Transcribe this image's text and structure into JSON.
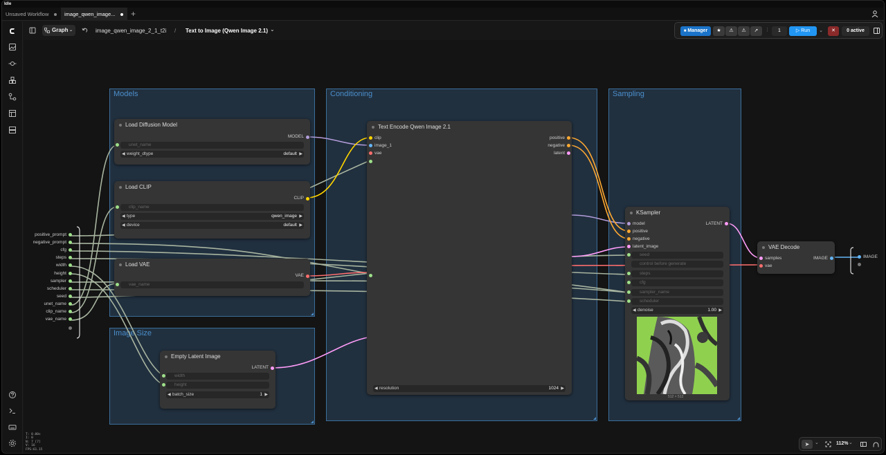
{
  "window": {
    "title": "Idle"
  },
  "tabs": [
    {
      "label": "Unsaved Workflow",
      "active": false
    },
    {
      "label": "image_qwen_image...",
      "active": true
    }
  ],
  "toolbar": {
    "graph_label": "Graph",
    "workflow_file": "image_qwen_image_2_1_t2i",
    "separator": "/",
    "workflow_name": "Text to Image (Qwen Image 2.1)",
    "manager_label": "Manager",
    "batch_count": "1",
    "run_label": "Run",
    "active_label": "0 active"
  },
  "groups": {
    "models": "Models",
    "conditioning": "Conditioning",
    "sampling": "Sampling",
    "image_size": "Image Size"
  },
  "inputs_list": [
    "positive_prompt",
    "negative_prompt",
    "cfg",
    "steps",
    "width",
    "height",
    "sampler",
    "scheduler",
    "seed",
    "unet_name",
    "clip_name",
    "vae_name"
  ],
  "nodes": {
    "load_diffusion": {
      "title": "Load Diffusion Model",
      "output": "MODEL",
      "unet_name": "unet_name",
      "weight_dtype_label": "weight_dtype",
      "weight_dtype_value": "default"
    },
    "load_clip": {
      "title": "Load CLIP",
      "output": "CLIP",
      "clip_name": "clip_name",
      "type_label": "type",
      "type_value": "qwen_image",
      "device_label": "device",
      "device_value": "default"
    },
    "load_vae": {
      "title": "Load VAE",
      "output": "VAE",
      "vae_name": "vae_name"
    },
    "text_encode": {
      "title": "Text Encode Qwen Image 2.1",
      "in_clip": "clip",
      "in_image": "image_1",
      "in_vae": "vae",
      "out_positive": "positive",
      "out_negative": "negative",
      "out_latent": "latent",
      "resolution_label": "resolution",
      "resolution_value": "1024"
    },
    "empty_latent": {
      "title": "Empty Latent Image",
      "output": "LATENT",
      "width": "width",
      "height": "height",
      "batch_label": "batch_size",
      "batch_value": "1"
    },
    "ksampler": {
      "title": "KSampler",
      "in_model": "model",
      "in_positive": "positive",
      "in_negative": "negative",
      "in_latent": "latent_image",
      "output": "LATENT",
      "seed": "seed",
      "control": "control before generate",
      "steps": "steps",
      "cfg": "cfg",
      "sampler": "sampler_name",
      "scheduler": "scheduler",
      "denoise_label": "denoise",
      "denoise_value": "1.00",
      "preview_size": "512 × 512"
    },
    "vae_decode": {
      "title": "VAE Decode",
      "in_samples": "samples",
      "in_vae": "vae",
      "output": "IMAGE"
    }
  },
  "output_label": "IMAGE",
  "stats": [
    "T: 0.00s",
    "I: 0",
    "N: 7 [7]",
    "V: 16",
    "FPS:61.15"
  ],
  "zoom": "112%",
  "colors": {
    "clip": "#ffd500",
    "model": "#b39ddb",
    "vae": "#ff6e6e",
    "latent": "#ff9cf9",
    "image": "#64b5f6",
    "cond": "#ffa931",
    "generic": "#a8b5a0"
  }
}
